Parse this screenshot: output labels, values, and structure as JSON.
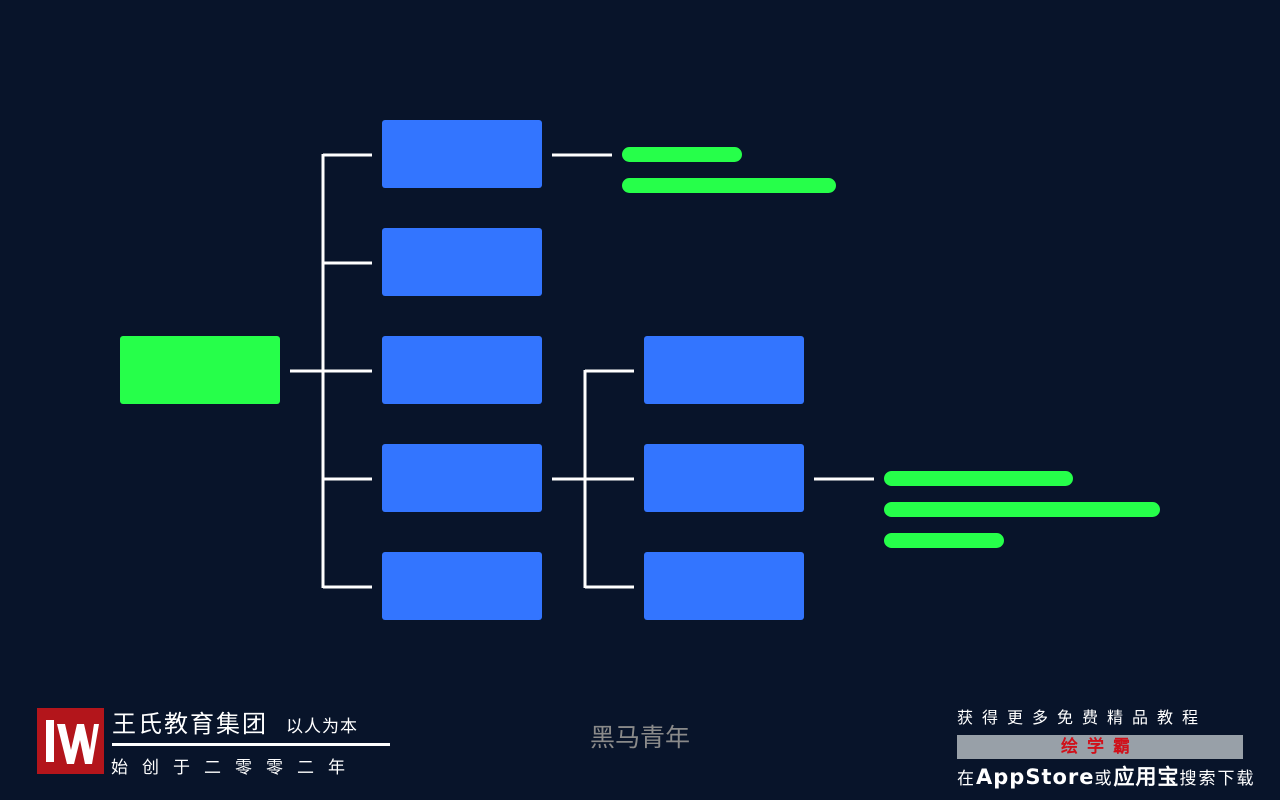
{
  "colors": {
    "background": "#08142a",
    "root_node": "#26ff4a",
    "branch_node": "#3375ff",
    "leaf_bar": "#26ff4a",
    "connector": "#ffffff"
  },
  "diagram": {
    "type": "tree-mind-map",
    "root": {
      "label": ""
    },
    "branches": [
      {
        "label": "",
        "leaf_bars": 2
      },
      {
        "label": ""
      },
      {
        "label": ""
      },
      {
        "label": "",
        "children": [
          {
            "label": ""
          },
          {
            "label": "",
            "leaf_bars": 3
          },
          {
            "label": ""
          }
        ]
      },
      {
        "label": ""
      }
    ]
  },
  "footer": {
    "brand_title": "王氏教育集团",
    "brand_motto": "以人为本",
    "brand_sub": "始创于二零零二年",
    "center_caption": "黑马青年",
    "promo_line1": "获得更多免费精品教程",
    "promo_highlight": "绘学霸",
    "promo_line2_prefix": "在",
    "promo_line2_store1": "AppStore",
    "promo_line2_or": "或",
    "promo_line2_store2": "应用宝",
    "promo_line2_suffix": "搜索下载"
  }
}
